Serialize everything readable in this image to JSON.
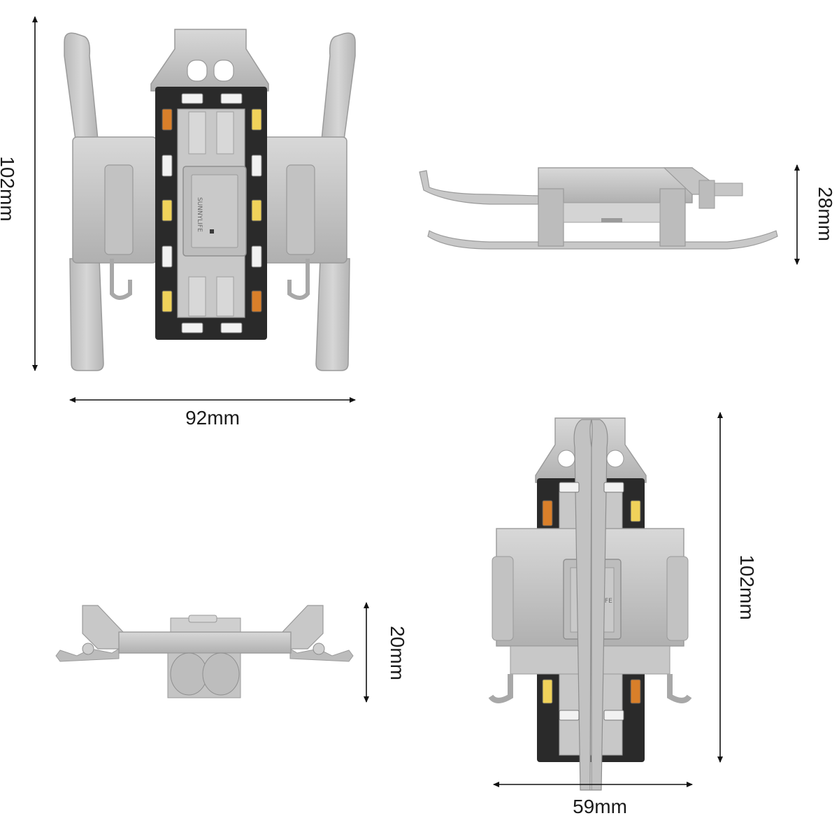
{
  "dimensions": {
    "top_view_height": "102mm",
    "top_view_width": "92mm",
    "side_view_height": "28mm",
    "front_view_height": "20mm",
    "folded_view_height": "102mm",
    "folded_view_width": "59mm"
  },
  "brand_mark": "SUNNYLIFE",
  "colors": {
    "plastic": "#c9c9c9",
    "plastic_dark": "#a9a9a9",
    "plastic_light": "#dedede",
    "pcb": "#2a2a2a",
    "led_white": "#f2f2f2",
    "led_amber": "#d97f2a",
    "led_yellow": "#f0d25a",
    "dimension_line": "#111111"
  },
  "icons": [
    "arrow-icon"
  ]
}
